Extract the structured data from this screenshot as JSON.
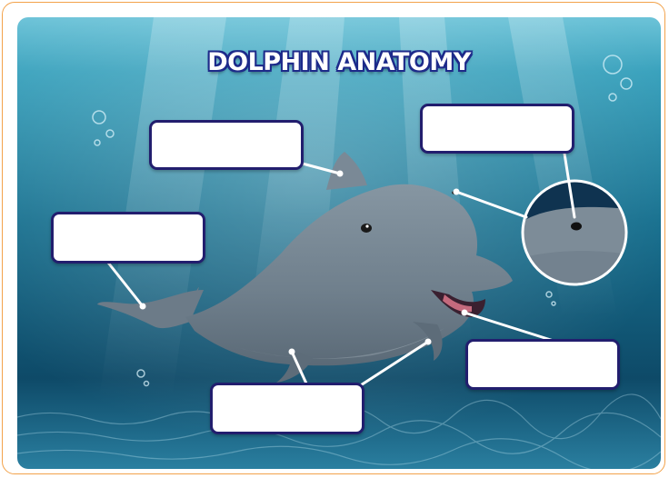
{
  "title": "DOLPHIN ANATOMY",
  "labels": [
    {
      "id": "dorsal-fin",
      "text": ""
    },
    {
      "id": "blowhole",
      "text": ""
    },
    {
      "id": "tail-fluke",
      "text": ""
    },
    {
      "id": "mouth",
      "text": ""
    },
    {
      "id": "flipper",
      "text": ""
    }
  ],
  "colors": {
    "frame": "#f2a24a",
    "water_light": "#4fb6cf",
    "water_dark": "#0b3550",
    "dolphin": "#7d8c98",
    "label_border": "#221e6e"
  }
}
